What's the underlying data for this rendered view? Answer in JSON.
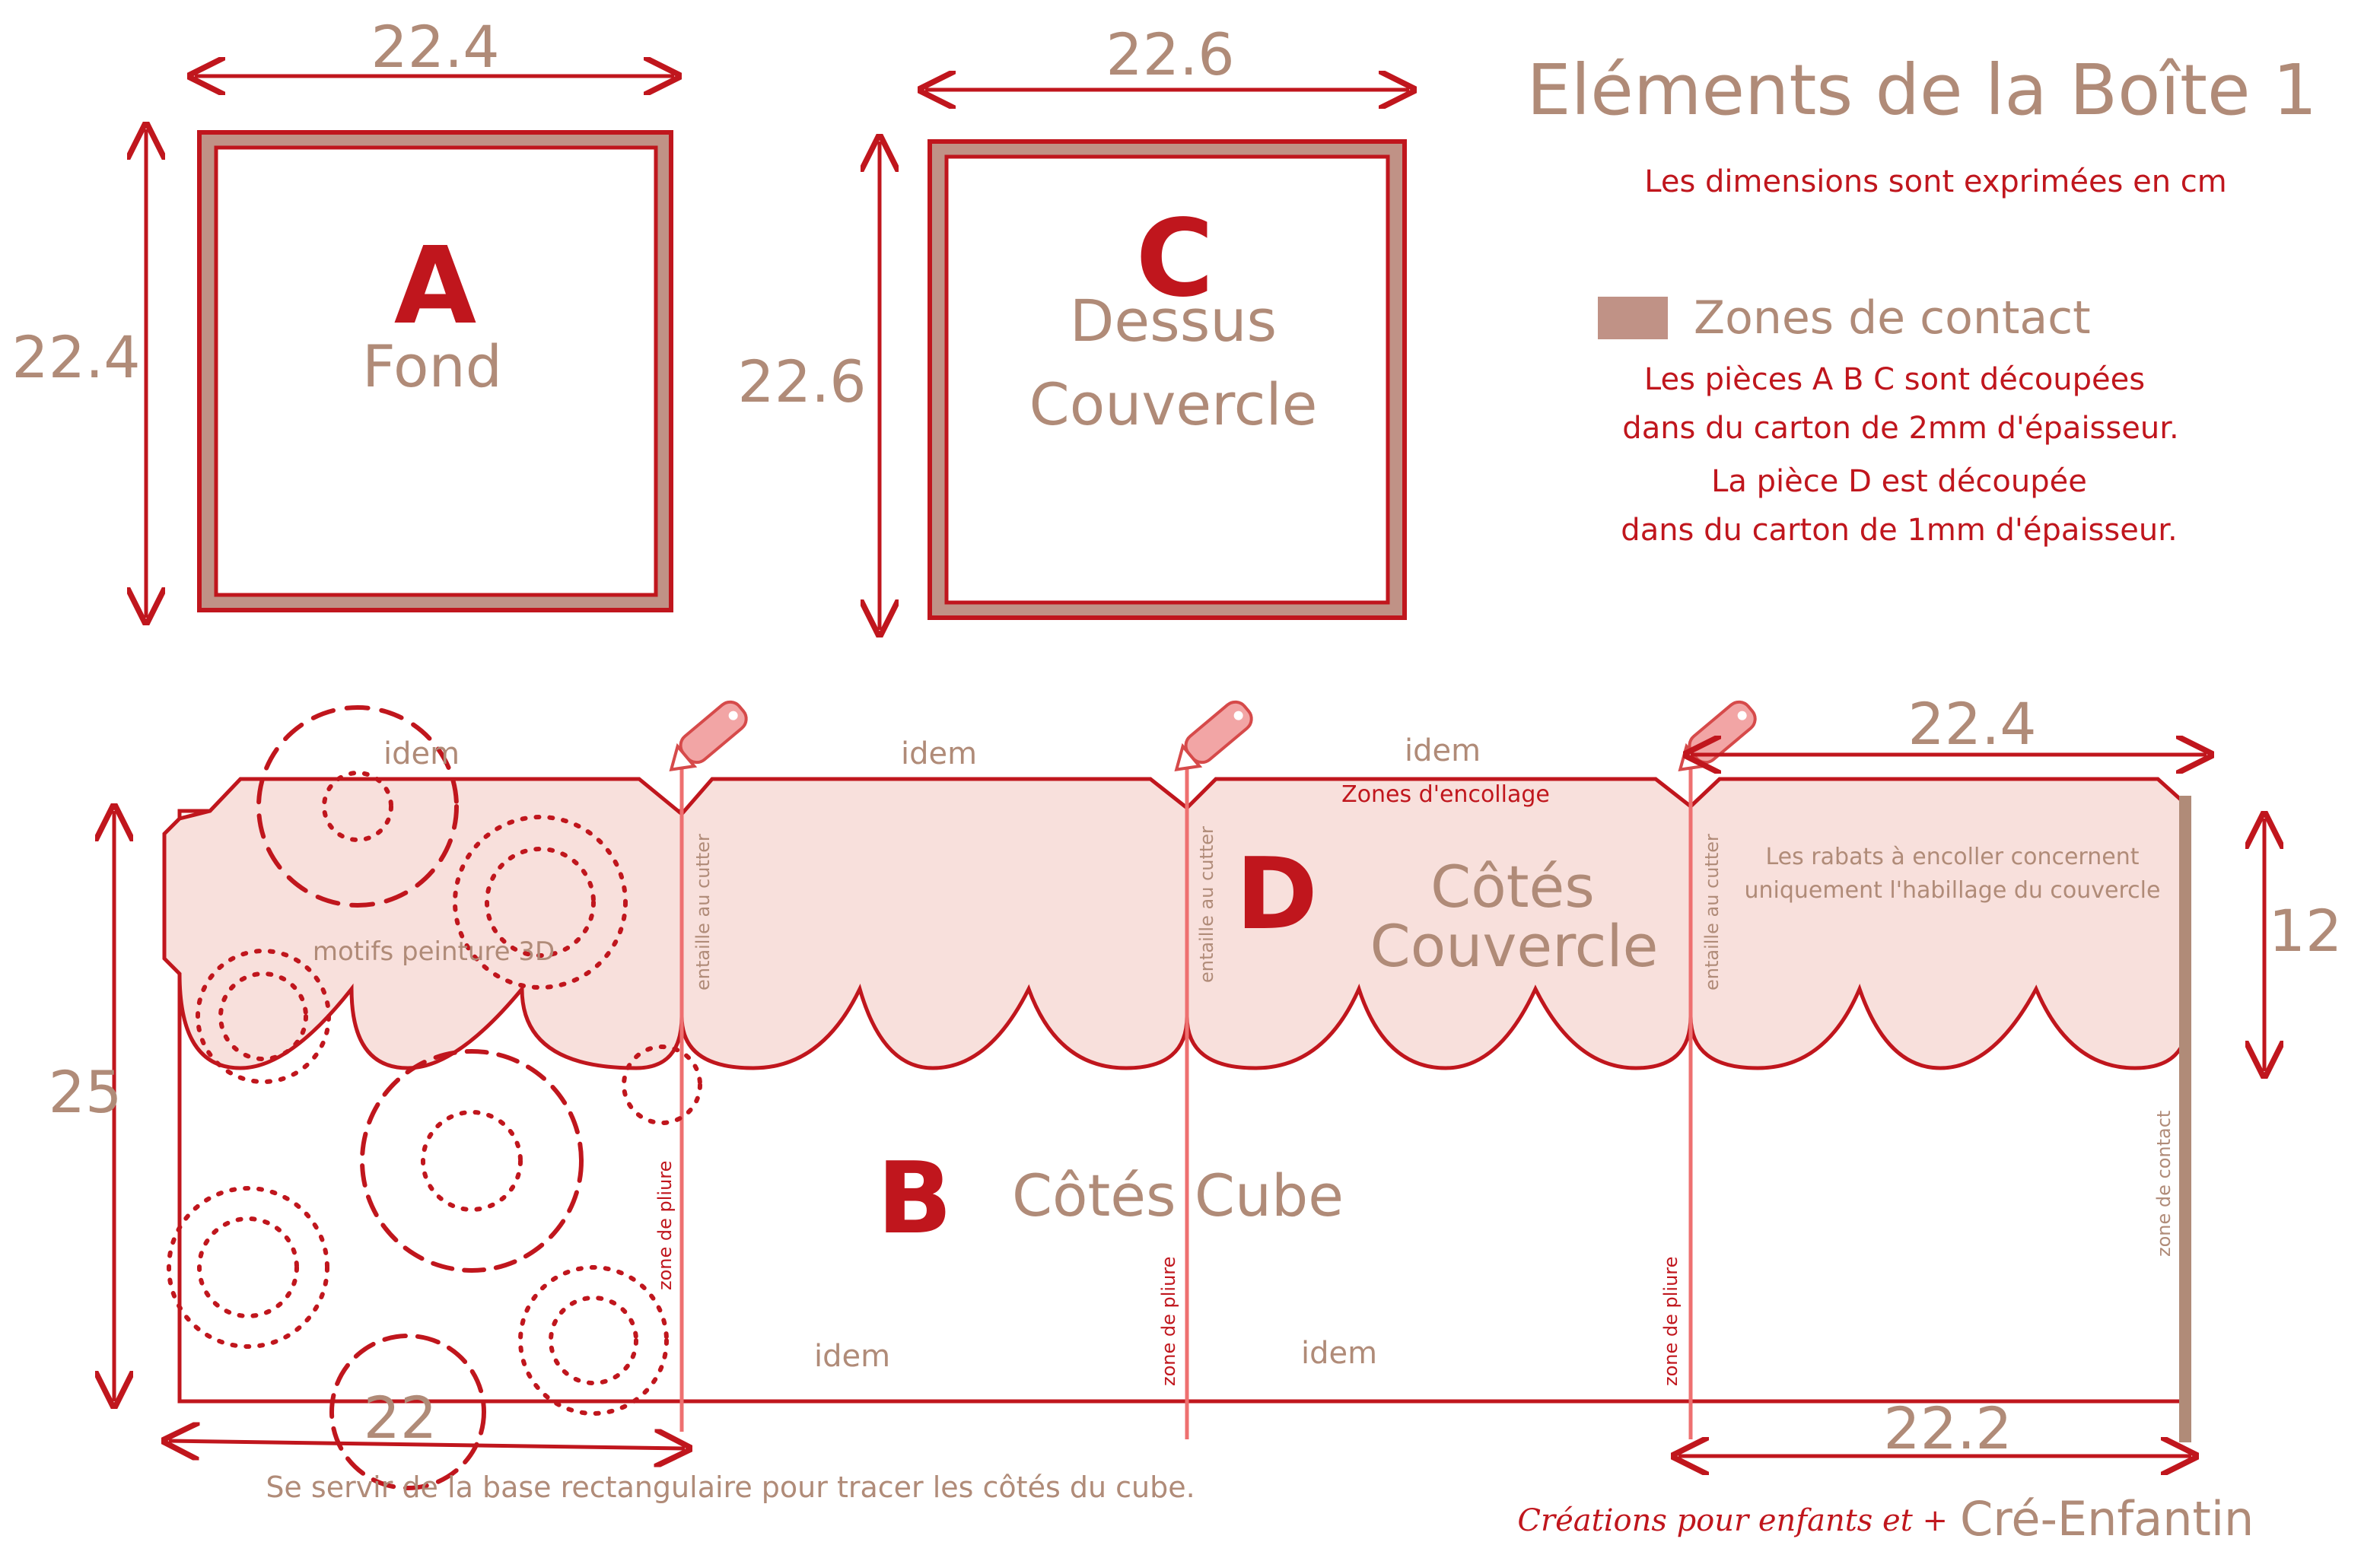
{
  "header": {
    "title": "Eléments de la Boîte 1",
    "units_note": "Les dimensions sont exprimées en cm",
    "legend_label": "Zones de contact",
    "note_lines": [
      "Les pièces A B C sont découpées",
      "dans du carton de 2mm d'épaisseur.",
      "La pièce D est découpée",
      "dans du carton de 1mm d'épaisseur."
    ]
  },
  "pieces": {
    "a": {
      "letter": "A",
      "name": "Fond",
      "width": "22.4",
      "height": "22.4"
    },
    "c": {
      "letter": "C",
      "name_line1": "Dessus",
      "name_line2": "Couvercle",
      "width": "22.6",
      "height": "22.6"
    },
    "b": {
      "letter": "B",
      "name": "Côtés Cube",
      "height": "25",
      "base_width": "22",
      "last_width": "22.2"
    },
    "d": {
      "letter": "D",
      "name_line1": "Côtés",
      "name_line2": "Couvercle",
      "width": "22.4",
      "height": "12"
    }
  },
  "strip_labels": {
    "idem": "idem",
    "glue_zone": "Zones d'encollage",
    "flaps_note_line1": "Les rabats à encoller concernent",
    "flaps_note_line2": "uniquement l'habillage du couvercle",
    "paint_motifs": "motifs peinture 3D",
    "cutter_notch": "entaille au cutter",
    "fold_zone": "zone de pliure",
    "contact_zone": "zone de contact"
  },
  "footer": {
    "instruction": "Se servir de la base rectangulaire pour tracer les côtés du cube.",
    "credit": "Créations pour enfants et +",
    "brand": "Cré-Enfantin"
  },
  "colors": {
    "outline": "#c0161d",
    "contact": "#c09286",
    "fill": "#f8e0dc",
    "fold_line": "#ee7070",
    "text_brown": "#b08b78",
    "text_red": "#c0161d"
  }
}
